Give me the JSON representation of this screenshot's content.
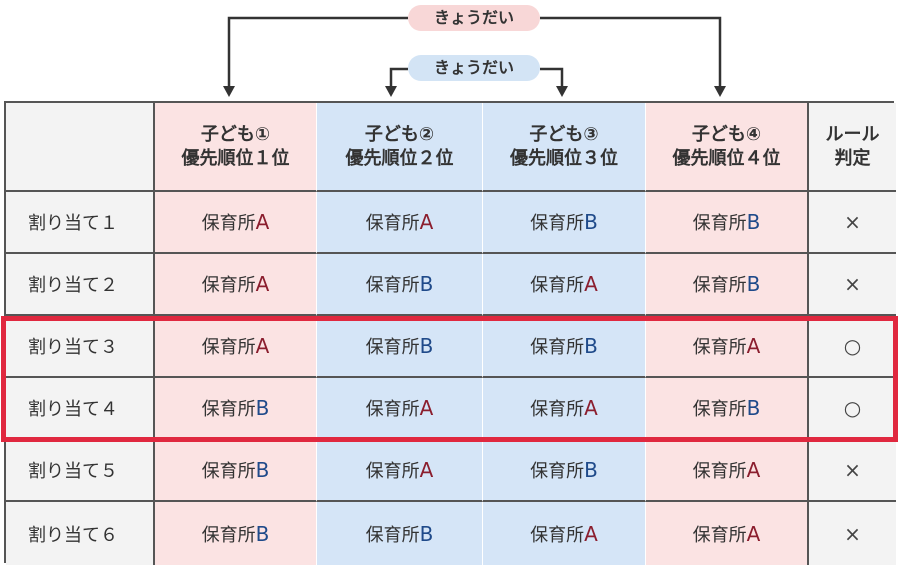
{
  "labels": {
    "outer_bracket": "きょうだい",
    "inner_bracket": "きょうだい"
  },
  "header": {
    "row_label": "",
    "children": [
      "子ども①\n優先順位１位",
      "子ども②\n優先順位２位",
      "子ども③\n優先順位３位",
      "子ども④\n優先順位４位"
    ],
    "rule": "ルール\n判定"
  },
  "facility_prefix": "保育所",
  "rows": [
    {
      "label": "割り当て１",
      "facilities": [
        "A",
        "A",
        "B",
        "B"
      ],
      "result": "×"
    },
    {
      "label": "割り当て２",
      "facilities": [
        "A",
        "B",
        "A",
        "B"
      ],
      "result": "×"
    },
    {
      "label": "割り当て３",
      "facilities": [
        "A",
        "B",
        "B",
        "A"
      ],
      "result": "○"
    },
    {
      "label": "割り当て４",
      "facilities": [
        "B",
        "A",
        "A",
        "B"
      ],
      "result": "○"
    },
    {
      "label": "割り当て５",
      "facilities": [
        "B",
        "A",
        "B",
        "A"
      ],
      "result": "×"
    },
    {
      "label": "割り当て６",
      "facilities": [
        "B",
        "B",
        "A",
        "A"
      ],
      "result": "×"
    }
  ],
  "highlighted_rows": [
    3,
    4
  ],
  "colors": {
    "child_odd_bg": "#fbe3e3",
    "child_even_bg": "#d5e5f7",
    "letter_A": "#8b1e2e",
    "letter_B": "#1f4a8a",
    "highlight": "#e0283f"
  }
}
